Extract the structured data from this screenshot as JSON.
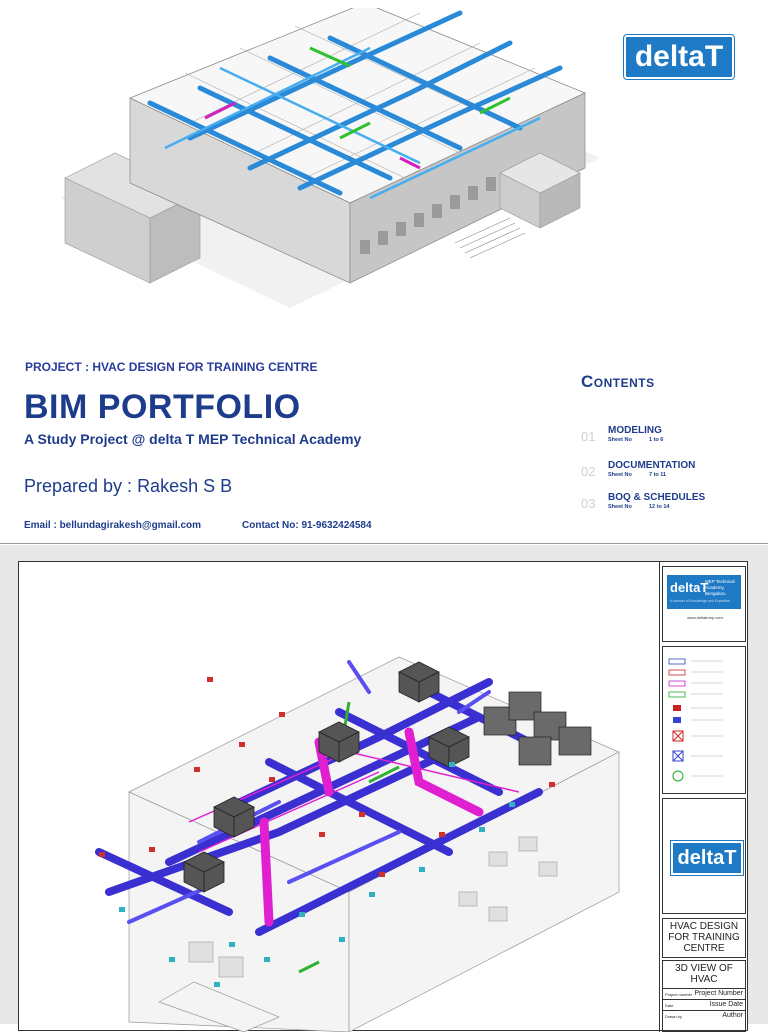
{
  "cover": {
    "logo_text": "delta",
    "logo_t": "T",
    "project": "PROJECT : HVAC DESIGN FOR TRAINING CENTRE",
    "title": "BIM PORTFOLIO",
    "subtitle": "A Study Project @ delta T MEP Technical Academy",
    "prepared_by": "Prepared by : Rakesh S B",
    "email": "Email : bellundagirakesh@gmail.com",
    "contact": "Contact No: 91-9632424584",
    "contents_heading": "Contents",
    "contents": [
      {
        "num": "01",
        "title": "MODELING",
        "sheet_label": "Sheet No",
        "range": "1 to 6"
      },
      {
        "num": "02",
        "title": "DOCUMENTATION",
        "sheet_label": "Sheet No",
        "range": "7 to 11"
      },
      {
        "num": "03",
        "title": "BOQ & SCHEDULES",
        "sheet_label": "Sheet No",
        "range": "12 to 14"
      }
    ]
  },
  "sheet": {
    "title_block": {
      "logo_text": "delta",
      "logo_t": "T",
      "academy": "MEP Technical Academy, Bengaluru",
      "tagline": "A transfer of Knowledge and Expertise...",
      "url": "www.deltatmep.com",
      "project_title": "HVAC DESIGN FOR TRAINING CENTRE",
      "view_title": "3D VIEW OF HVAC",
      "rows": [
        {
          "key": "Project number",
          "value": "Project Number"
        },
        {
          "key": "Date",
          "value": "Issue Date"
        },
        {
          "key": "Drawn by",
          "value": "Author"
        }
      ]
    },
    "legend_colors": [
      "#3344cc",
      "#cc2222",
      "#cc22cc",
      "#22aa22",
      "#3344cc",
      "#cc2222",
      "#22aa22"
    ]
  },
  "colors": {
    "brand_blue": "#1f7ac5",
    "navy_text": "#1e3c8c",
    "supply_duct": "#3a2fd0",
    "return_duct": "#e020d0",
    "exhaust_duct": "#2fb02f",
    "chilled_pipe": "#2a8ad8"
  }
}
